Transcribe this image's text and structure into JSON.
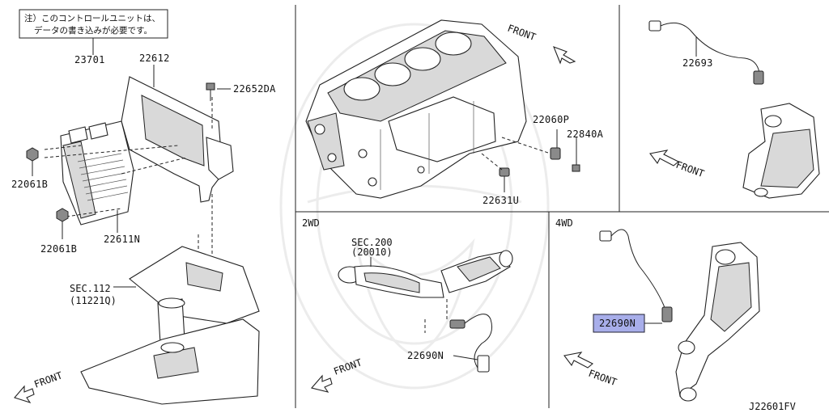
{
  "note": {
    "line1": "注）このコントロールユニットは、",
    "line2": "データの書き込みが必要です。"
  },
  "panels": {
    "two_wd": "2WD",
    "four_wd": "4WD"
  },
  "front_label": "FRONT",
  "part_numbers": {
    "p23701": "23701",
    "p22612": "22612",
    "p22652DA": "22652DA",
    "p22061B_top": "22061B",
    "p22061B_bottom": "22061B",
    "p22611N": "22611N",
    "p22060P": "22060P",
    "p22840A": "22840A",
    "p22631U": "22631U",
    "p22693": "22693",
    "p22690N_2wd": "22690N",
    "p22690N_4wd": "22690N"
  },
  "section_refs": {
    "sec112_line1": "SEC.112",
    "sec112_line2": "(11221Q)",
    "sec200_line1": "SEC.200",
    "sec200_line2": "(20010)"
  },
  "diagram_code": "J22601FV",
  "highlighted_part": "22690N",
  "colors": {
    "highlight_fill": "#a8aeea",
    "line": "#222222",
    "watermark": "#ececec"
  }
}
